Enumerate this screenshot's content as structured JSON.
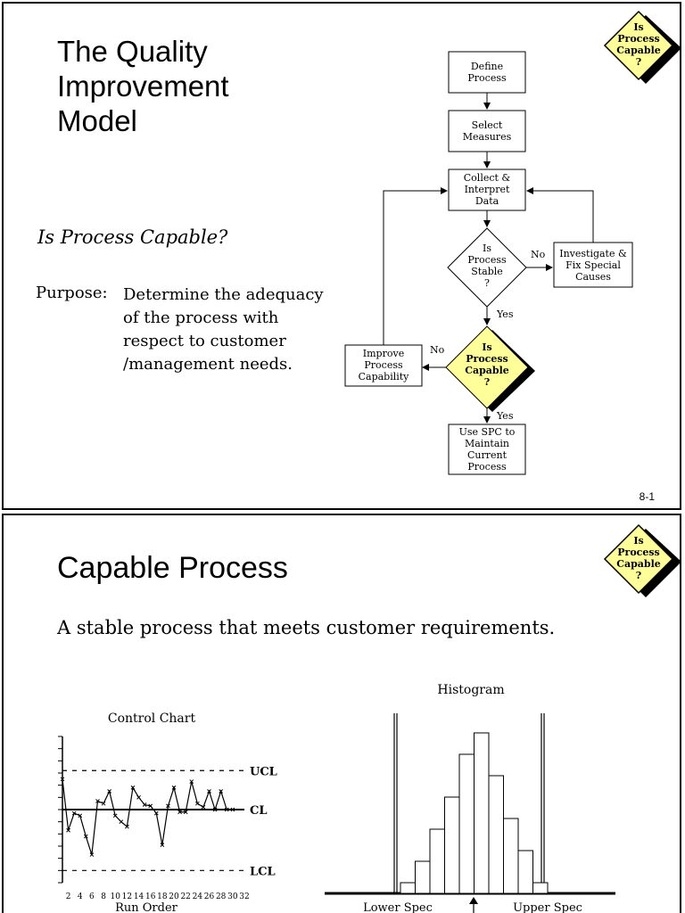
{
  "slide1": {
    "title": "The Quality Improvement Model",
    "subtitle": "Is Process Capable?",
    "purpose_label": "Purpose:",
    "purpose_text": "Determine the adequacy of the process with respect to customer /management needs.",
    "page_number": "8-1",
    "badge": [
      "Is",
      "Process",
      "Capable",
      "?"
    ],
    "flowchart": {
      "define": [
        "Define",
        "Process"
      ],
      "select": [
        "Select",
        "Measures"
      ],
      "collect": [
        "Collect &",
        "Interpret",
        "Data"
      ],
      "stable": [
        "Is",
        "Process",
        "Stable",
        "?"
      ],
      "investigate": [
        "Investigate &",
        "Fix Special",
        "Causes"
      ],
      "capable": [
        "Is",
        "Process",
        "Capable",
        "?"
      ],
      "improve": [
        "Improve",
        "Process",
        "Capability"
      ],
      "use_spc": [
        "Use SPC to",
        "Maintain",
        "Current",
        "Process"
      ],
      "label_no": "No",
      "label_yes": "Yes"
    },
    "colors": {
      "highlight": "#ffff99",
      "line": "#000000"
    }
  },
  "slide2": {
    "title": "Capable Process",
    "subtitle": "A stable process that meets customer requirements.",
    "badge": [
      "Is",
      "Process",
      "Capable",
      "?"
    ],
    "control_chart_title": "Control Chart",
    "histogram_title": "Histogram",
    "x_label": "Run Order",
    "lower_spec": "Lower Spec",
    "upper_spec": "Upper Spec"
  },
  "chart_data": [
    {
      "type": "line",
      "title": "Control Chart",
      "xlabel": "Run Order",
      "ylabel": "",
      "x": [
        1,
        2,
        3,
        4,
        5,
        6,
        7,
        8,
        9,
        10,
        11,
        12,
        13,
        14,
        15,
        16,
        17,
        18,
        19,
        20,
        21,
        22,
        23,
        24,
        25,
        26,
        27,
        28,
        29,
        30
      ],
      "values": [
        8.5,
        4.3,
        5.7,
        5.5,
        3.8,
        2.3,
        6.7,
        6.5,
        7.5,
        5.5,
        5.0,
        4.6,
        7.8,
        7.0,
        6.4,
        6.3,
        5.7,
        3.1,
        6.3,
        7.8,
        5.8,
        5.8,
        8.3,
        6.5,
        6.2,
        7.5,
        6.0,
        7.5,
        6.0,
        6.0
      ],
      "reference_lines": [
        {
          "name": "UCL",
          "value": 9.2,
          "style": "dashed"
        },
        {
          "name": "CL",
          "value": 6.0,
          "style": "solid"
        },
        {
          "name": "LCL",
          "value": 1.0,
          "style": "dashed"
        }
      ],
      "x_ticks": [
        "2",
        "4",
        "6",
        "8",
        "10",
        "12",
        "14",
        "16",
        "18",
        "20",
        "22",
        "24",
        "26",
        "28",
        "30",
        "32"
      ],
      "ylim": [
        0,
        12
      ],
      "grid": false
    },
    {
      "type": "bar",
      "title": "Histogram",
      "values": [
        1,
        3,
        6,
        9,
        13,
        15,
        11,
        7,
        4,
        1
      ],
      "spec_limits": [
        "Lower Spec",
        "Upper Spec"
      ],
      "grid": false
    }
  ]
}
